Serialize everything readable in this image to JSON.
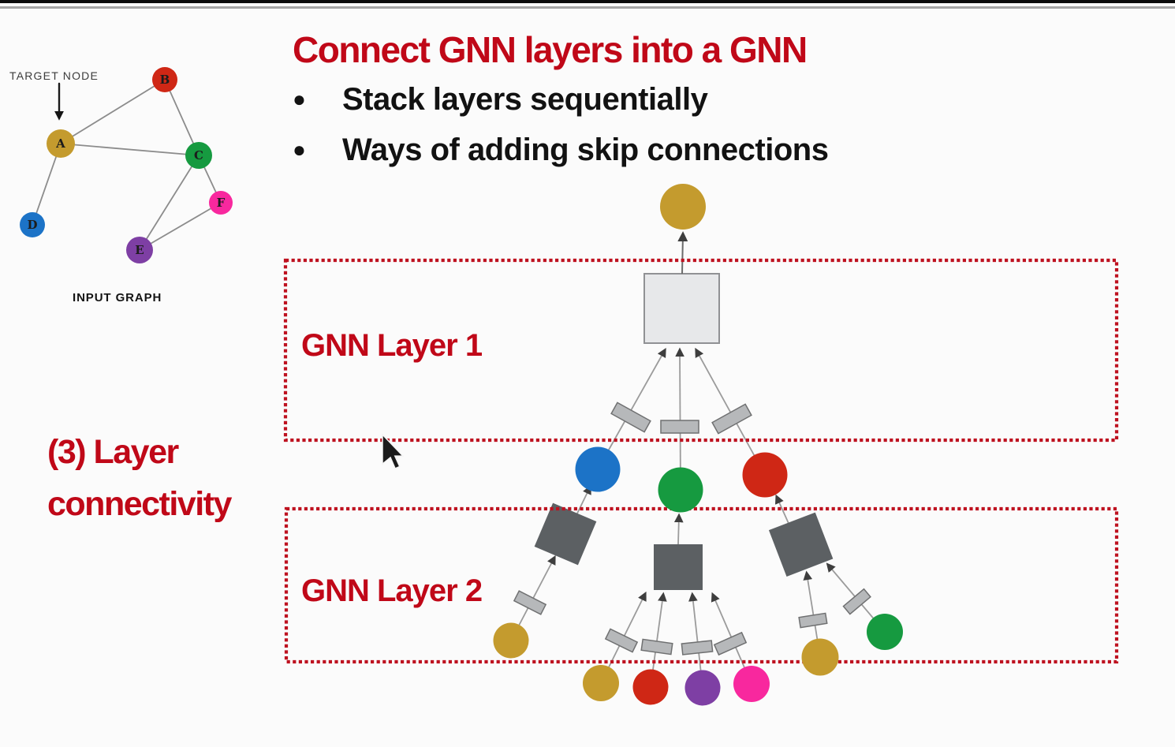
{
  "palette": {
    "gold": "#C49B2E",
    "red": "#CF2715",
    "green": "#169A40",
    "blue": "#1C73C7",
    "purple": "#7E3FA4",
    "pink": "#F8289E",
    "accent_red": "#C00818",
    "dotted_border_red": "#BE1220",
    "dark_box": "#5C6063",
    "light_box": "#E7E8EA",
    "small_rect": "#B6B8BA",
    "edge_gray": "#9B9B9B"
  },
  "header": {
    "title": "Connect GNN layers into a GNN",
    "bullet_glyph": "●",
    "bullets": [
      {
        "label": "Stack layers sequentially"
      },
      {
        "label": "Ways of adding skip connections"
      }
    ]
  },
  "side_label": {
    "line1": "(3) Layer",
    "line2": "connectivity"
  },
  "layer_boxes": {
    "layer1_label": "GNN Layer 1",
    "layer2_label": "GNN Layer 2"
  },
  "input_graph": {
    "target_label": "TARGET NODE",
    "caption": "INPUT GRAPH",
    "nodes": [
      {
        "label": "A",
        "color": "gold"
      },
      {
        "label": "B",
        "color": "red"
      },
      {
        "label": "C",
        "color": "green"
      },
      {
        "label": "D",
        "color": "blue"
      },
      {
        "label": "E",
        "color": "purple"
      },
      {
        "label": "F",
        "color": "pink"
      }
    ],
    "edges": [
      "A-B",
      "A-C",
      "A-D",
      "B-C",
      "C-E",
      "C-F",
      "E-F"
    ]
  }
}
